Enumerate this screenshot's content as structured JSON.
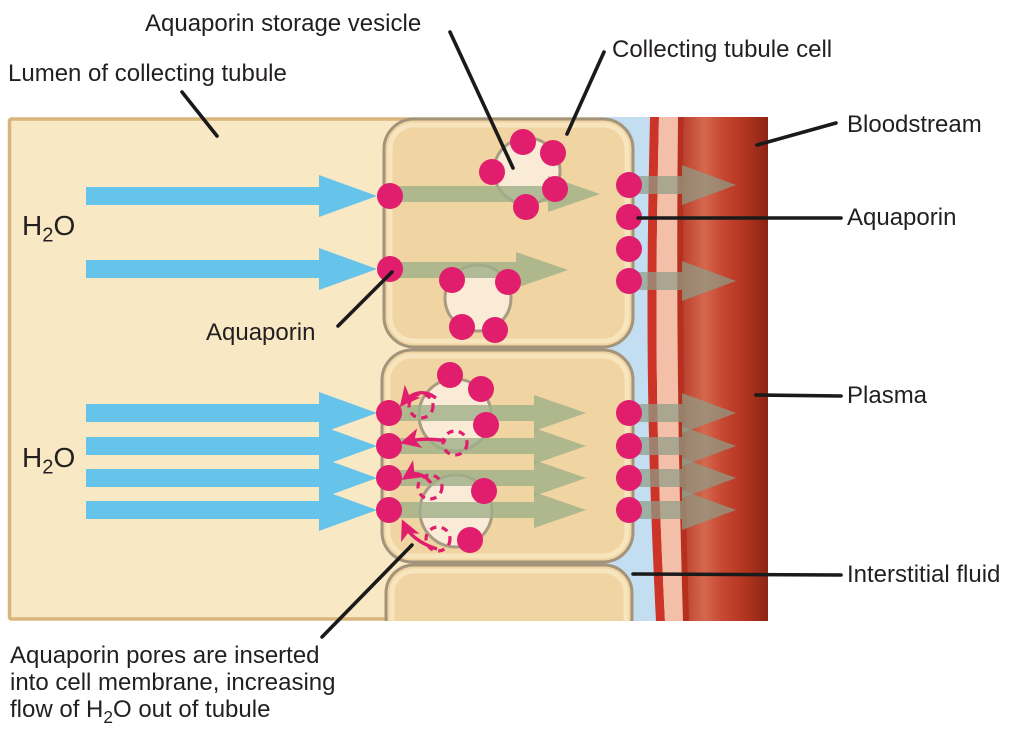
{
  "figure": {
    "description": "Diagram of aquaporin-mediated water reabsorption from the collecting tubule lumen into the bloodstream",
    "labels": {
      "storage_vesicle": "Aquaporin storage vesicle",
      "lumen": "Lumen of collecting tubule",
      "tubule_cell": "Collecting tubule cell",
      "bloodstream": "Bloodstream",
      "aquaporin_right": "Aquaporin",
      "aquaporin_left": "Aquaporin",
      "plasma": "Plasma",
      "interstitial_fluid": "Interstitial fluid",
      "h2o": {
        "base": "H",
        "sub": "2",
        "tail": "O"
      },
      "caption": {
        "line1": "Aquaporin pores are inserted",
        "line2": "into cell membrane, increasing",
        "line3_pre": "flow of H",
        "line3_sub": "2",
        "line3_post": "O out of tubule"
      }
    }
  },
  "colors": {
    "background": "#FFFFFF",
    "text-color": "#231F20",
    "lumen-fill": "#F8E8C4",
    "lumen-border": "#D8B57B",
    "cell-fill": "#F0D4A2",
    "cell-border": "#A3937A",
    "cell-highlight": "#F9E8C6",
    "vesicle-fill": "#F9EBD6",
    "vesicle-border": "#A89B82",
    "aquaporin-pink": "#E01E6D",
    "water-blue": "#66C3E9",
    "flow-olive": "#9FAF88",
    "flow-olive-gray": "#8F9C86",
    "interstitial-blue": "#C4DEF1",
    "capillary-red": "#CD3428",
    "capillary-dark-red": "#B5301F",
    "capillary-salmon": "#F3BFA9",
    "leader-black": "#1A1A1A"
  }
}
